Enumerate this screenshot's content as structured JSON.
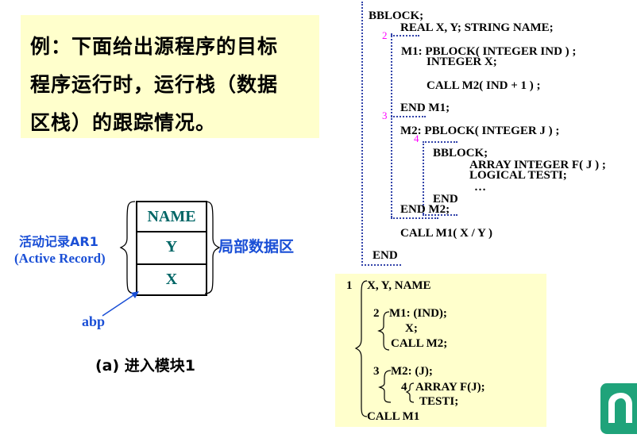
{
  "intro": {
    "line1": "例：下面给出源程序的目标",
    "line2": "程序运行时，运行栈（数据",
    "line3": "区栈）的跟踪情况。"
  },
  "stack": {
    "label_cn": "活动记录AR1",
    "label_en": "(Active Record)",
    "cells": [
      "NAME",
      "Y",
      "X"
    ],
    "right_label": "局部数据区",
    "pointer_label": "abp",
    "caption": "(a) 进入模块1"
  },
  "code": {
    "lines": [
      "BBLOCK;",
      "REAL X, Y;  STRING  NAME;",
      "M1: PBLOCK( INTEGER IND ) ;",
      "INTEGER  X;",
      "CALL  M2( IND + 1 ) ;",
      "END  M1;",
      "M2:  PBLOCK( INTEGER J ) ;",
      "BBLOCK;",
      "ARRAY  INTEGER F( J ) ;",
      "LOGICAL TESTI;",
      "…",
      "END",
      "END  M2;",
      "CALL  M1( X / Y )",
      "END"
    ],
    "levels": [
      "2",
      "3",
      "4"
    ]
  },
  "tree": {
    "n1": "1",
    "n1_text": "X, Y,  NAME",
    "n2": "2",
    "n2_line1": "M1: (IND);",
    "n2_line2": "X;",
    "n2_line3": "CALL M2;",
    "n3": "3",
    "n3_text": "M2:  (J);",
    "n4": "4",
    "n4_line1": "ARRAY  F(J);",
    "n4_line2": "TESTI;",
    "last": "CALL M1"
  },
  "colors": {
    "accent": "#1a4fd6",
    "stack_text": "#006666",
    "highlight": "#ffffcc",
    "level_numbers": "#ff00ff"
  }
}
